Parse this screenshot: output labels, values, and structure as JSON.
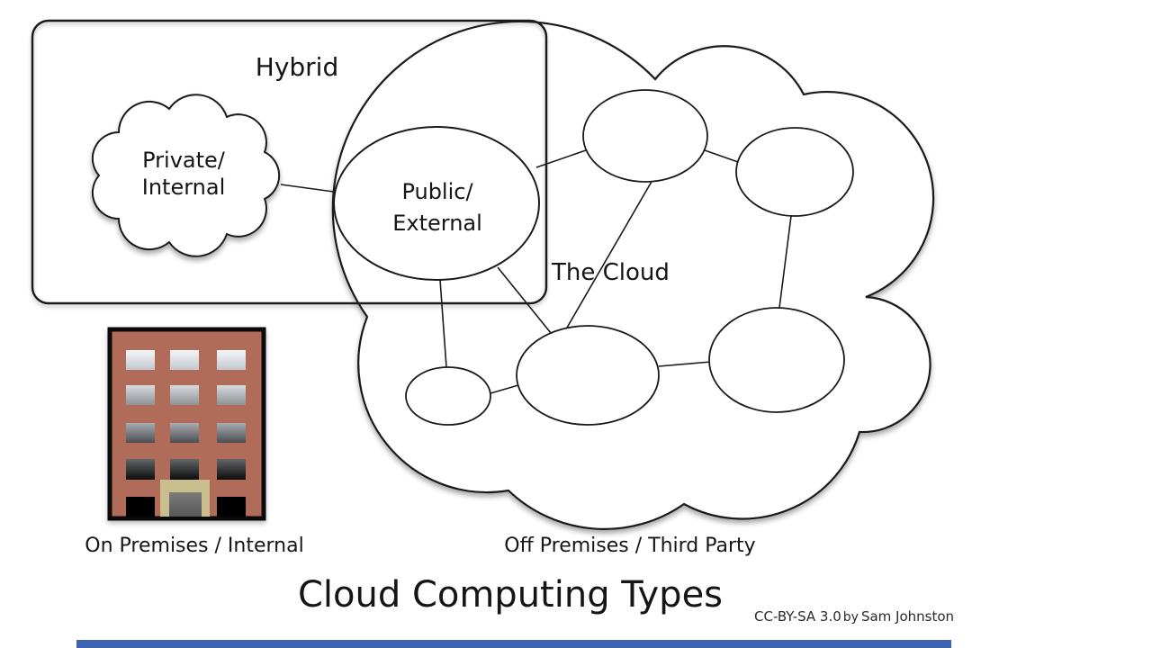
{
  "diagram": {
    "title": "Cloud Computing Types",
    "attribution": {
      "license": "CC-BY-SA 3.0",
      "by_word": "by",
      "author": "Sam Johnston"
    },
    "regions": {
      "hybrid_label": "Hybrid",
      "the_cloud_label": "The Cloud",
      "on_premises_label": "On Premises / Internal",
      "off_premises_label": "Off Premises / Third Party"
    },
    "nodes": {
      "private_cloud": {
        "line1": "Private/",
        "line2": "Internal"
      },
      "public_cloud": {
        "line1": "Public/",
        "line2": "External"
      }
    },
    "colors": {
      "outline": "#1a1a1a",
      "brick": "#b16c59",
      "door_frame": "#cabe8e",
      "accent_bar": "#3f63b3"
    }
  }
}
